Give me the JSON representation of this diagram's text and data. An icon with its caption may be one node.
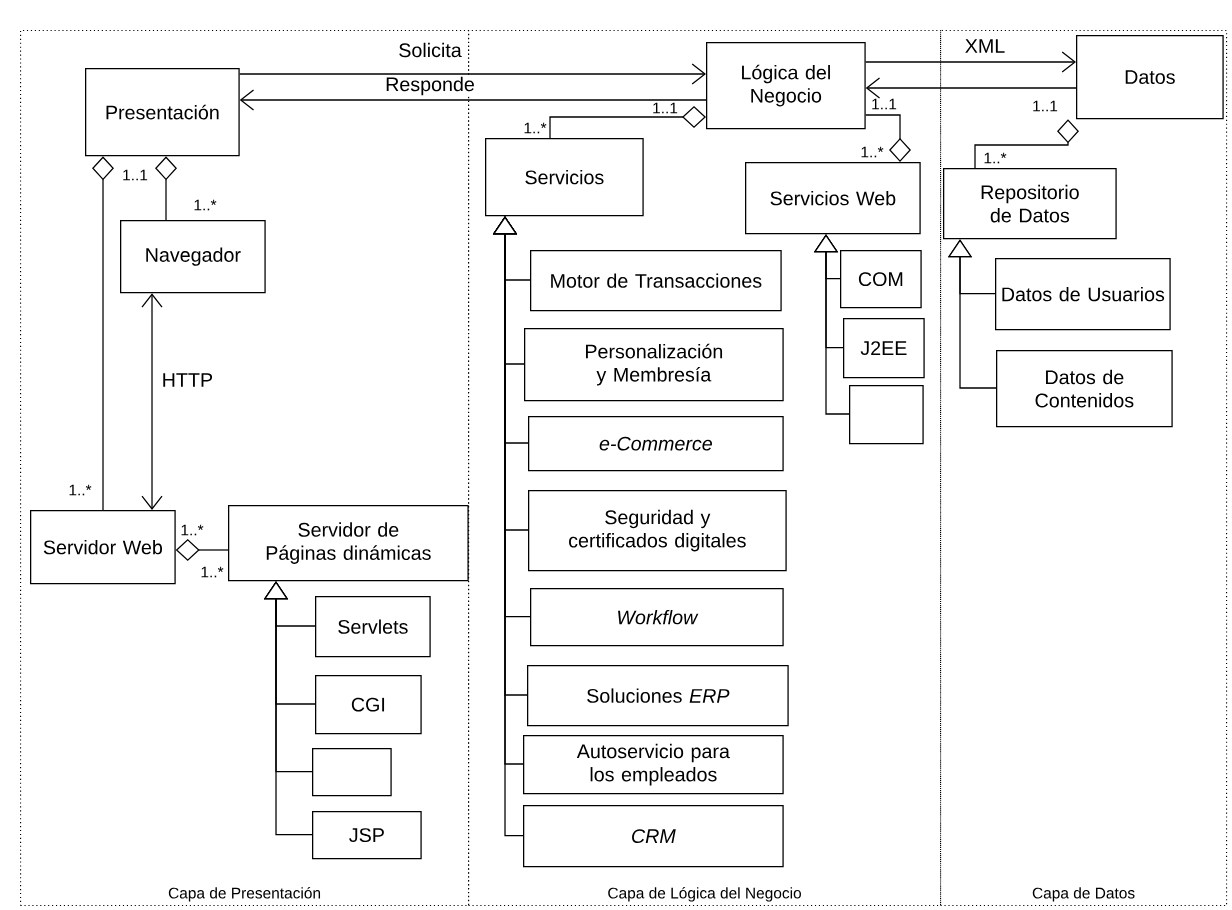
{
  "diagram": {
    "nodes": [
      {
        "text": [
          "Capa de Presentación"
        ]
      },
      {
        "text": [
          "Capa de Lógica del Negocio"
        ]
      },
      {
        "text": [
          "Capa de Datos"
        ]
      },
      {
        "text": [
          "Presentación"
        ],
        "in": 0
      },
      {
        "text": [
          "Navegador"
        ],
        "in": 0
      },
      {
        "text": [
          "Servidor Web"
        ],
        "in": 0
      },
      {
        "text": [
          "Servidor de Páginas dinámicas"
        ],
        "in": 0
      },
      {
        "text": [
          "Servlets"
        ],
        "in": 0
      },
      {
        "text": [
          "CGI"
        ],
        "in": 0
      },
      {
        "text": [],
        "shape": "box",
        "in": 0
      },
      {
        "text": [
          "JSP"
        ],
        "in": 0
      },
      {
        "text": [
          "Lógica del Negocio"
        ],
        "in": 1
      },
      {
        "text": [
          "Servicios"
        ],
        "in": 1
      },
      {
        "text": [
          "Motor de Transacciones"
        ],
        "in": 1
      },
      {
        "text": [
          "Personalización y Membresía"
        ],
        "in": 1
      },
      {
        "text": [
          "e-Commerce"
        ],
        "in": 1
      },
      {
        "text": [
          "Seguridad y certificados digitales"
        ],
        "in": 1
      },
      {
        "text": [
          "Workflow"
        ],
        "in": 1
      },
      {
        "text": [
          "Soluciones *ERP*"
        ],
        "in": 1
      },
      {
        "text": [
          "Autoservicio para los empleados"
        ],
        "in": 1
      },
      {
        "text": [
          "CRM"
        ],
        "in": 1
      },
      {
        "text": [
          "Servicios Web"
        ],
        "in": 1
      },
      {
        "text": [
          "COM"
        ],
        "in": 1
      },
      {
        "text": [
          "J2EE"
        ],
        "in": 1
      },
      {
        "text": [],
        "shape": "box",
        "in": 1
      },
      {
        "text": [
          "Datos"
        ],
        "in": 2
      },
      {
        "text": [
          "Repositorio de Datos"
        ],
        "in": 2
      },
      {
        "text": [
          "Datos de Usuarios"
        ],
        "in": 2
      },
      {
        "text": [
          "Datos de Contenidos"
        ],
        "in": 2
      }
    ],
    "edges": [
      {
        "from": 3,
        "to": 11,
        "arrow": "to",
        "label": "Solicita"
      },
      {
        "from": 11,
        "to": 3,
        "arrow": "to",
        "label": "Responde"
      },
      {
        "from": 11,
        "to": 25,
        "arrow": "to",
        "label": "XML"
      },
      {
        "from": 25,
        "to": 11,
        "arrow": "to"
      },
      {
        "from": 3,
        "to": 5,
        "arrow": "other"
      },
      {
        "from": 3,
        "to": 4,
        "arrow": "other"
      },
      {
        "from": 4,
        "to": 5,
        "arrow": "both",
        "label": "HTTP"
      },
      {
        "from": 5,
        "to": 6,
        "arrow": "other"
      },
      {
        "from": 7,
        "to": 6,
        "arrow": "to"
      },
      {
        "from": 8,
        "to": 6,
        "arrow": "to"
      },
      {
        "from": 9,
        "to": 6,
        "arrow": "to"
      },
      {
        "from": 10,
        "to": 6,
        "arrow": "to"
      },
      {
        "from": 11,
        "to": 12,
        "arrow": "other"
      },
      {
        "from": 13,
        "to": 12,
        "arrow": "to"
      },
      {
        "from": 14,
        "to": 12,
        "arrow": "to"
      },
      {
        "from": 15,
        "to": 12,
        "arrow": "to"
      },
      {
        "from": 16,
        "to": 12,
        "arrow": "to"
      },
      {
        "from": 17,
        "to": 12,
        "arrow": "to"
      },
      {
        "from": 18,
        "to": 12,
        "arrow": "to"
      },
      {
        "from": 19,
        "to": 12,
        "arrow": "to"
      },
      {
        "from": 20,
        "to": 12,
        "arrow": "to"
      },
      {
        "from": 21,
        "to": 11,
        "arrow": "other"
      },
      {
        "from": 22,
        "to": 21,
        "arrow": "to"
      },
      {
        "from": 23,
        "to": 21,
        "arrow": "to"
      },
      {
        "from": 24,
        "to": 21,
        "arrow": "to"
      },
      {
        "from": 25,
        "to": 26,
        "arrow": "other"
      },
      {
        "from": 27,
        "to": 26,
        "arrow": "to"
      },
      {
        "from": 28,
        "to": 26,
        "arrow": "to"
      }
    ],
    "labels": [
      "1..1",
      "1..1",
      "1..1",
      "1..*",
      "1..*",
      "1..*",
      "1..1",
      "1..*",
      "1..*",
      "1..*",
      "1..*"
    ]
  }
}
